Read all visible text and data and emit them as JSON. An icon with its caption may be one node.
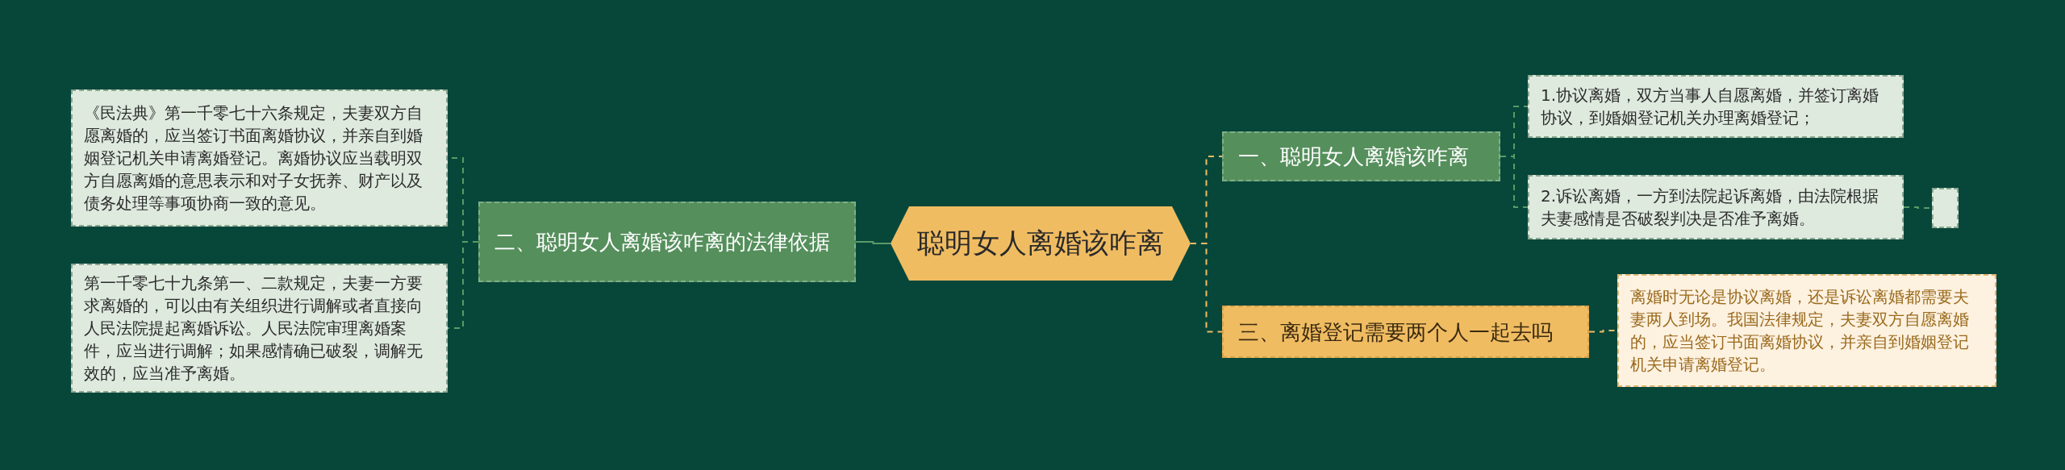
{
  "diagram": {
    "nodes": [
      {
        "text": [
          "聪明女人离婚该咋离"
        ]
      },
      {
        "text": [
          "一、聪明女人离婚该咋离"
        ]
      },
      {
        "text": [
          "1.协议离婚，双方当事人自愿离婚，并签订离婚协议，到婚姻登记机关办理离婚登记；"
        ]
      },
      {
        "text": [
          "2.诉讼离婚，一方到法院起诉离婚，由法院根据夫妻感情是否破裂判决是否准予离婚。"
        ]
      },
      {
        "text": [],
        "shape": "box"
      },
      {
        "text": [
          "三、离婚登记需要两个人一起去吗"
        ]
      },
      {
        "text": [
          "离婚时无论是协议离婚，还是诉讼离婚都需要夫妻两人到场。我国法律规定，夫妻双方自愿离婚的，应当签订书面离婚协议，并亲自到婚姻登记机关申请离婚登记。"
        ]
      },
      {
        "text": [
          "二、聪明女人离婚该咋离的法律依据"
        ]
      },
      {
        "text": [
          "《民法典》第一千零七十六条规定，夫妻双方自愿离婚的，应当签订书面离婚协议，并亲自到婚姻登记机关申请离婚登记。离婚协议应当载明双方自愿离婚的意思表示和对子女抚养、财产以及债务处理等事项协商一致的意见。"
        ]
      },
      {
        "text": [
          "第一千零七十九条第一、二款规定，夫妻一方要求离婚的，可以由有关组织进行调解或者直接向人民法院提起离婚诉讼。人民法院审理离婚案件，应当进行调解；如果感情确已破裂，调解无效的，应当准予离婚。"
        ]
      }
    ],
    "edges": [
      {
        "from": 0,
        "to": 1,
        "arrow": "none",
        "style": "dashed",
        "color": "#f0bc62"
      },
      {
        "from": 1,
        "to": 2,
        "arrow": "none",
        "style": "dashed"
      },
      {
        "from": 1,
        "to": 3,
        "arrow": "none",
        "style": "dashed"
      },
      {
        "from": 3,
        "to": 4,
        "arrow": "none",
        "style": "dashed"
      },
      {
        "from": 0,
        "to": 5,
        "arrow": "none",
        "style": "dashed",
        "color": "#f0bc62"
      },
      {
        "from": 5,
        "to": 6,
        "arrow": "none",
        "style": "dashed",
        "color": "#f0bc62"
      },
      {
        "from": 0,
        "to": 7,
        "arrow": "none"
      },
      {
        "from": 7,
        "to": 8,
        "arrow": "none",
        "style": "dashed"
      },
      {
        "from": 7,
        "to": 9,
        "arrow": "none",
        "style": "dashed"
      }
    ]
  }
}
